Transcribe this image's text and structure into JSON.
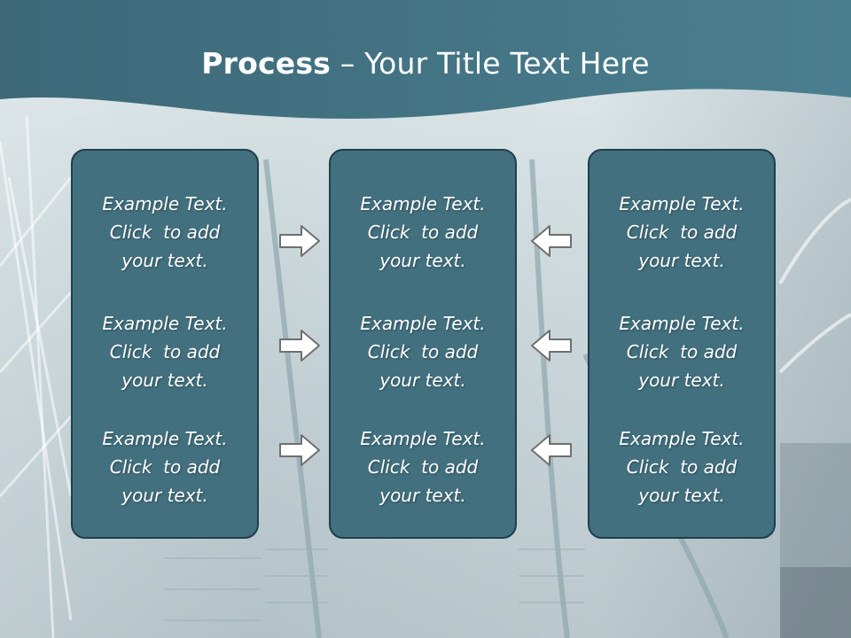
{
  "slide": {
    "title_bold": "Process",
    "title_rest": " – Your Title Text Here"
  },
  "panels": [
    {
      "blocks": [
        {
          "line1": "Example Text.",
          "line2": "Click  to add",
          "line3": "your text."
        },
        {
          "line1": "Example Text.",
          "line2": "Click  to add",
          "line3": "your text."
        },
        {
          "line1": "Example Text.",
          "line2": "Click  to add",
          "line3": "your text."
        }
      ]
    },
    {
      "blocks": [
        {
          "line1": "Example Text.",
          "line2": "Click  to add",
          "line3": "your text."
        },
        {
          "line1": "Example Text.",
          "line2": "Click  to add",
          "line3": "your text."
        },
        {
          "line1": "Example Text.",
          "line2": "Click  to add",
          "line3": "your text."
        }
      ]
    },
    {
      "blocks": [
        {
          "line1": "Example Text.",
          "line2": "Click  to add",
          "line3": "your text."
        },
        {
          "line1": "Example Text.",
          "line2": "Click  to add",
          "line3": "your text."
        },
        {
          "line1": "Example Text.",
          "line2": "Click  to add",
          "line3": "your text."
        }
      ]
    }
  ],
  "arrows": {
    "left_group": "arrow-right-icon",
    "right_group": "arrow-left-icon"
  },
  "colors": {
    "panel_fill": "#42707f",
    "panel_border": "#1f3f4c",
    "header": "#3f6f80",
    "arrow_fill": "#ffffff",
    "arrow_stroke": "#6f6f6f"
  }
}
